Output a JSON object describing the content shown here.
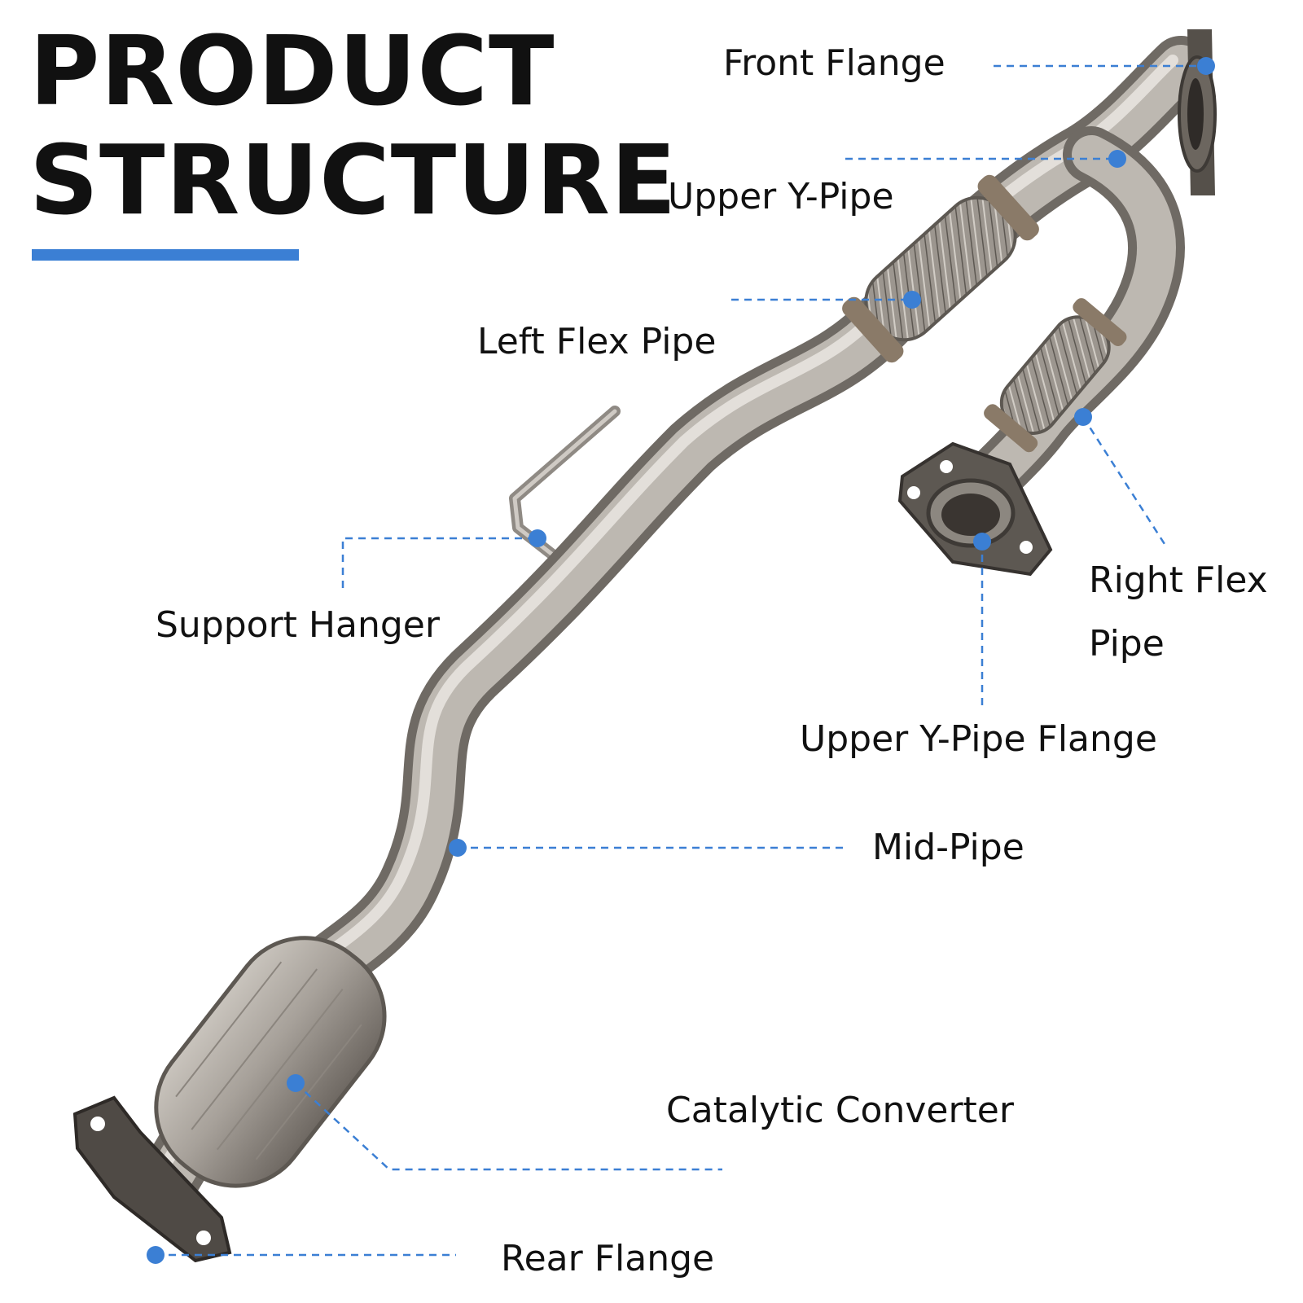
{
  "heading": {
    "line1": "PRODUCT",
    "line2": "STRUCTURE"
  },
  "colors": {
    "accent": "#3b7fd4",
    "text": "#111111",
    "steel": "#a8a49f"
  },
  "parts": [
    {
      "id": "front-flange",
      "label": "Front Flange"
    },
    {
      "id": "upper-y-pipe",
      "label": "Upper Y-Pipe"
    },
    {
      "id": "left-flex-pipe",
      "label": "Left Flex Pipe"
    },
    {
      "id": "support-hanger",
      "label": "Support Hanger"
    },
    {
      "id": "right-flex-pipe",
      "label": "Right Flex Pipe"
    },
    {
      "id": "upper-y-pipe-flange",
      "label": "Upper Y-Pipe Flange"
    },
    {
      "id": "mid-pipe",
      "label": "Mid-Pipe"
    },
    {
      "id": "catalytic-converter",
      "label": "Catalytic Converter"
    },
    {
      "id": "rear-flange",
      "label": "Rear Flange"
    }
  ]
}
